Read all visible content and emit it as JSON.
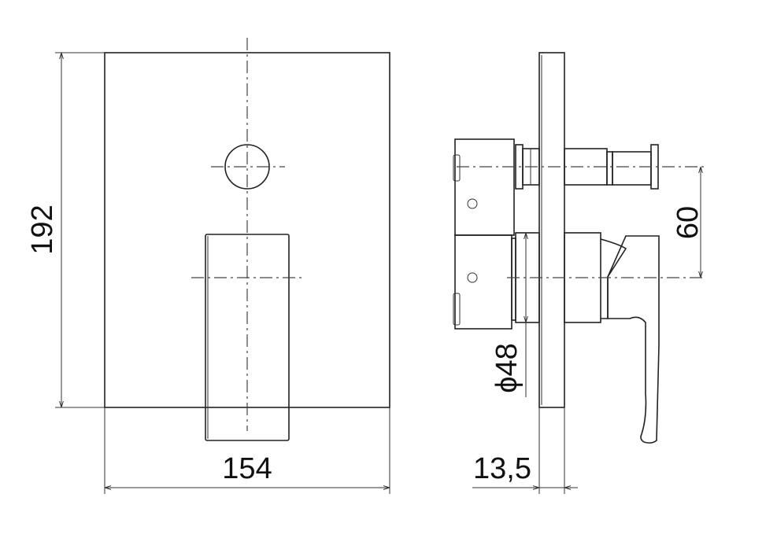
{
  "dimensions": {
    "height_front": "192",
    "width_front": "154",
    "center_distance": "60",
    "diameter": "ϕ48",
    "plate_thickness": "13,5"
  }
}
